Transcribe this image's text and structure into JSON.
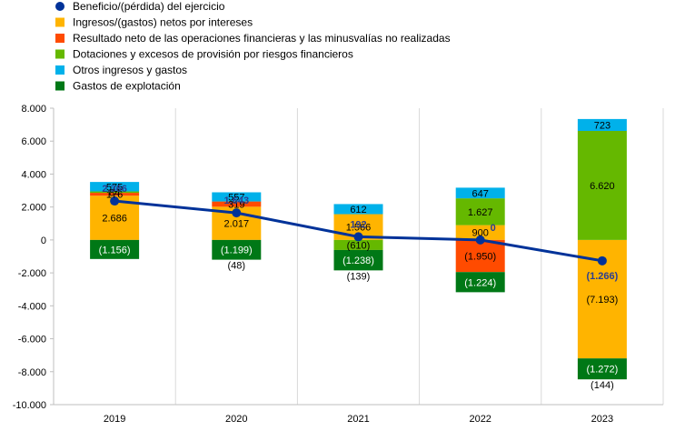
{
  "chart_data": {
    "type": "bar",
    "stacked": true,
    "categories": [
      "2019",
      "2020",
      "2021",
      "2022",
      "2023"
    ],
    "ylim": [
      -10000,
      8000
    ],
    "yticks": [
      -10000,
      -8000,
      -6000,
      -4000,
      -2000,
      0,
      2000,
      4000,
      6000,
      8000
    ],
    "ytick_labels": [
      "-10.000",
      "-8.000",
      "-6.000",
      "-4.000",
      "-2.000",
      "0",
      "2.000",
      "4.000",
      "6.000",
      "8.000"
    ],
    "grid": "vertical",
    "legend_position": "top-left",
    "series": [
      {
        "name": "Ingresos/(gastos) netos por intereses",
        "color": "#ffb400",
        "values": [
          2686,
          2017,
          1566,
          900,
          -7193
        ],
        "labels": [
          "2.686",
          "2.017",
          "1.566",
          "900",
          "(7.193)"
        ]
      },
      {
        "name": "Resultado neto de las operaciones financieras y las minusvalías no realizadas",
        "color": "#ff4b00",
        "values": [
          176,
          319,
          0,
          -1950,
          0
        ],
        "labels": [
          "176",
          "319",
          "",
          "(1.950)",
          ""
        ]
      },
      {
        "name": "Dotaciones y excesos de provisión por riesgos financieros",
        "color": "#65b800",
        "values": [
          84,
          0,
          -610,
          1627,
          6620
        ],
        "labels": [
          "84",
          "",
          "(610)",
          "1.627",
          "6.620"
        ]
      },
      {
        "name": "Otros ingresos y gastos",
        "color": "#00b1ea",
        "values": [
          575,
          557,
          612,
          647,
          723
        ],
        "labels": [
          "575",
          "557",
          "612",
          "647",
          "723"
        ]
      },
      {
        "name": "Gastos de explotación",
        "color": "#007816",
        "values": [
          -1156,
          -1199,
          -1238,
          -1224,
          -1272
        ],
        "labels": [
          "(1.156)",
          "(1.199)",
          "(1.238)",
          "(1.224)",
          "(1.272)"
        ]
      }
    ],
    "extra_labels": [
      {
        "category": "2020",
        "value": -48,
        "text": "(48)"
      },
      {
        "category": "2021",
        "value": -139,
        "text": "(139)"
      },
      {
        "category": "2023",
        "value": -144,
        "text": "(144)"
      }
    ],
    "line_series": {
      "name": "Beneficio/(pérdida) del ejercicio",
      "color": "#003299",
      "values": [
        2366,
        1643,
        192,
        0,
        -1266
      ],
      "labels": [
        "2.366",
        "1.643",
        "192",
        "0",
        "(1.266)"
      ]
    }
  }
}
